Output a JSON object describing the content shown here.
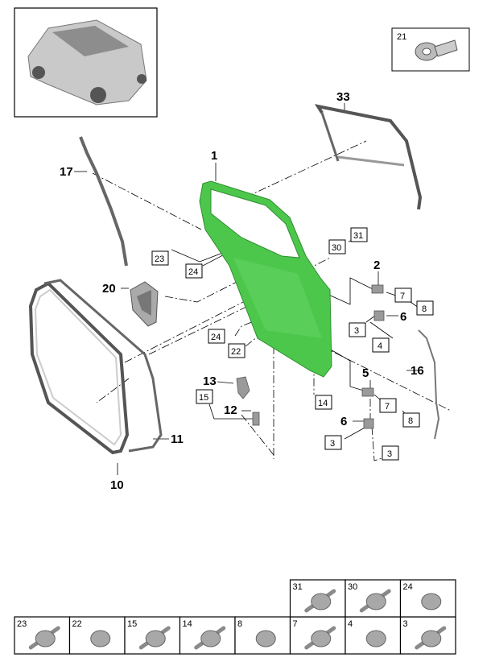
{
  "diagram": {
    "callouts": {
      "p1": "1",
      "p2": "2",
      "p5": "5",
      "p6a": "6",
      "p6b": "6",
      "p10": "10",
      "p11": "11",
      "p12": "12",
      "p13": "13",
      "p16": "16",
      "p17": "17",
      "p20": "20",
      "p33": "33"
    },
    "boxed": {
      "b21": "21",
      "b23": "23",
      "b24a": "24",
      "b30": "30",
      "b31": "31",
      "b7a": "7",
      "b8a": "8",
      "b3a": "3",
      "b4": "4",
      "b24b": "24",
      "b22": "22",
      "b14": "14",
      "b15": "15",
      "b7b": "7",
      "b8b": "8",
      "b3b": "3",
      "b3c": "3"
    },
    "door_color": "#4cc74c"
  },
  "parts_table": {
    "top_row": [
      "31",
      "30",
      "24"
    ],
    "bottom_row": [
      "23",
      "22",
      "15",
      "14",
      "8",
      "7",
      "4",
      "3"
    ]
  }
}
